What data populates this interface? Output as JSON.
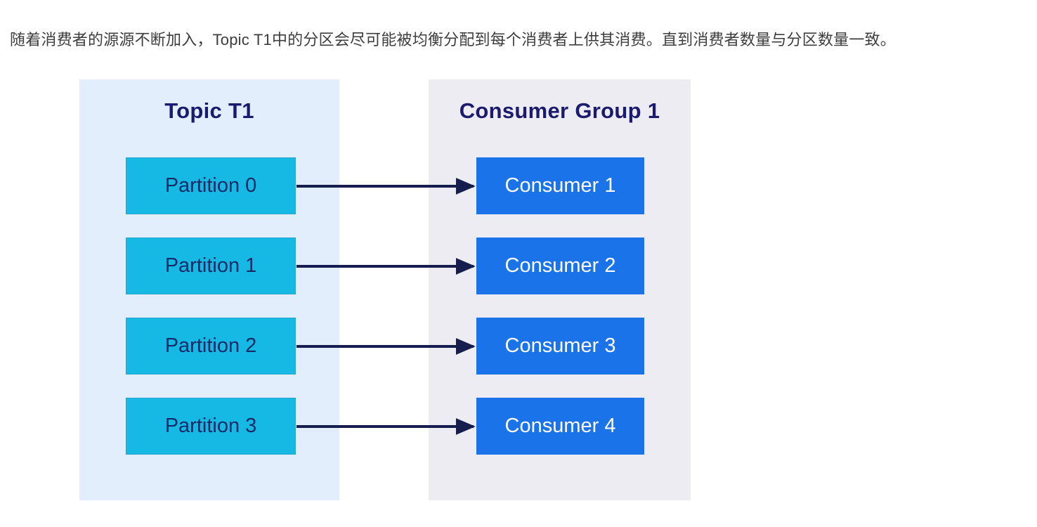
{
  "intro": {
    "text": "随着消费者的源源不断加入，Topic T1中的分区会尽可能被均衡分配到每个消费者上供其消费。直到消费者数量与分区数量一致。"
  },
  "diagram": {
    "topic_panel": {
      "title": "Topic T1",
      "items": [
        "Partition 0",
        "Partition 1",
        "Partition 2",
        "Partition 3"
      ]
    },
    "consumer_panel": {
      "title": "Consumer Group 1",
      "items": [
        "Consumer 1",
        "Consumer 2",
        "Consumer 3",
        "Consumer 4"
      ]
    },
    "colors": {
      "topic_panel_bg": "#e3eefc",
      "consumer_panel_bg": "#edecf2",
      "partition_box": "#15b9e4",
      "consumer_box": "#1a73e8",
      "heading_text": "#1a1a6e",
      "box_label_dark": "#152a66",
      "box_label_light": "#fdfdff",
      "arrow": "#161d4f",
      "intro_text": "#3d3d3d"
    }
  }
}
